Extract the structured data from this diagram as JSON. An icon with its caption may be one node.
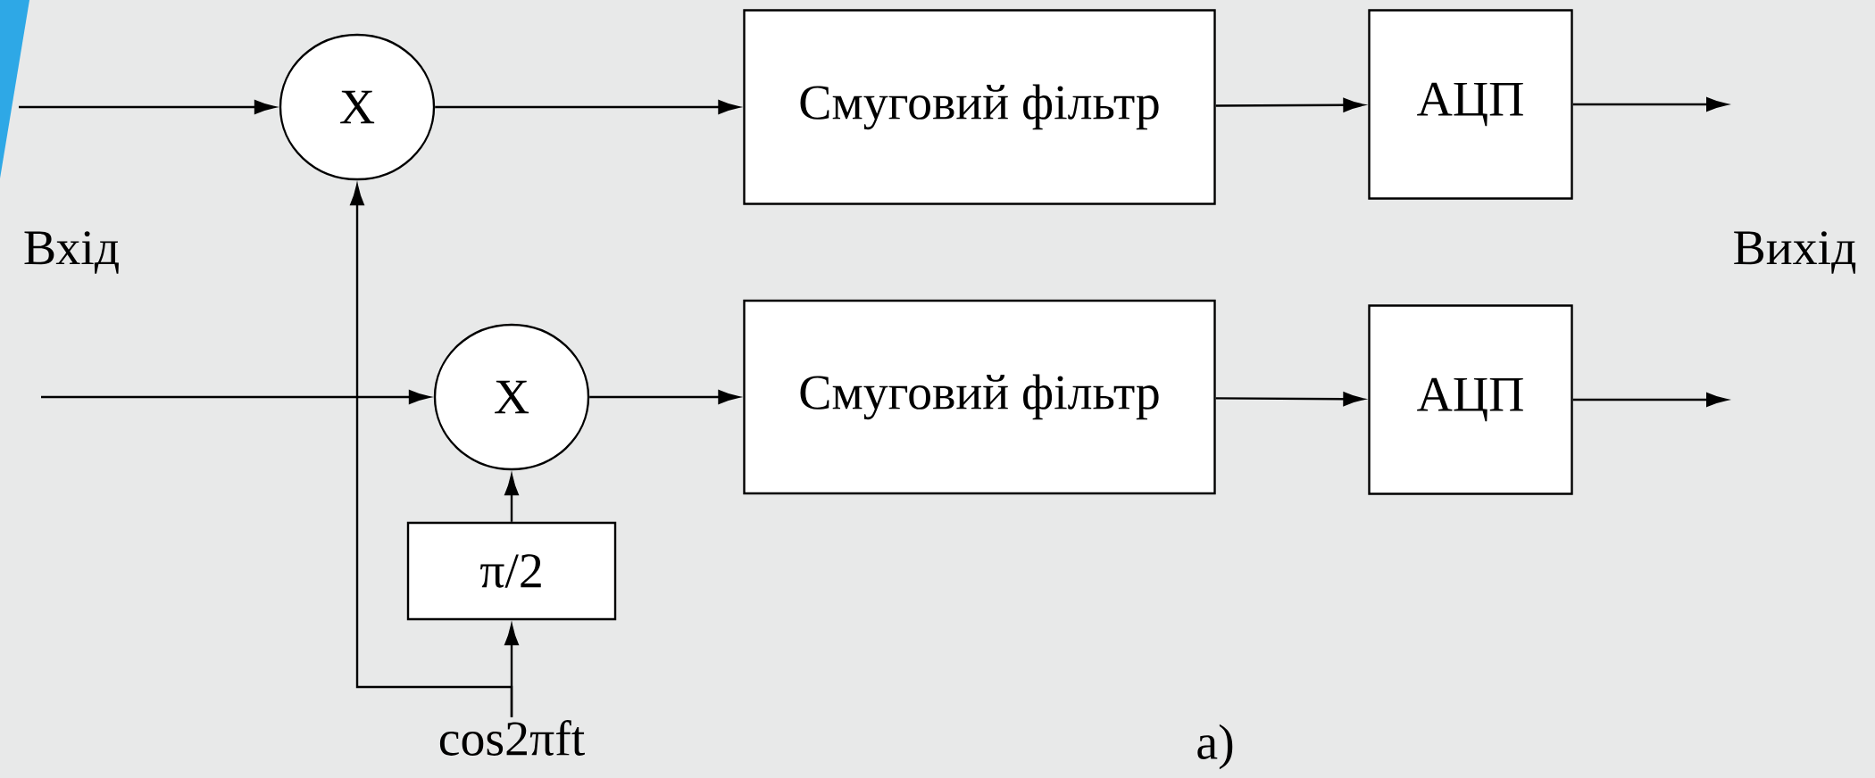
{
  "diagram": {
    "nodes": [
      {
        "text": [
          "X"
        ]
      },
      {
        "text": [
          "Смуговий фільтр"
        ]
      },
      {
        "text": [
          "АЦП"
        ]
      },
      {
        "text": [
          "X"
        ]
      },
      {
        "text": [
          "Смуговий фільтр"
        ]
      },
      {
        "text": [
          "АЦП"
        ]
      },
      {
        "text": [
          "π/2"
        ]
      },
      {
        "text": [
          "cos2πft"
        ]
      }
    ],
    "edges": [
      {
        "from": null,
        "to": 0,
        "arrow": "to"
      },
      {
        "from": 0,
        "to": 1,
        "arrow": "to"
      },
      {
        "from": 1,
        "to": 2,
        "arrow": "to"
      },
      {
        "from": 2,
        "to": null,
        "arrow": "to"
      },
      {
        "from": null,
        "to": 3,
        "arrow": "to"
      },
      {
        "from": 3,
        "to": 4,
        "arrow": "to"
      },
      {
        "from": 4,
        "to": 5,
        "arrow": "to"
      },
      {
        "from": 5,
        "to": null,
        "arrow": "to"
      },
      {
        "from": 7,
        "to": 6,
        "arrow": "to"
      },
      {
        "from": 6,
        "to": 3,
        "arrow": "to"
      },
      {
        "from": 7,
        "to": 0,
        "arrow": "to"
      }
    ],
    "labels": [
      "Вхід",
      "Вихід",
      "a)"
    ]
  }
}
